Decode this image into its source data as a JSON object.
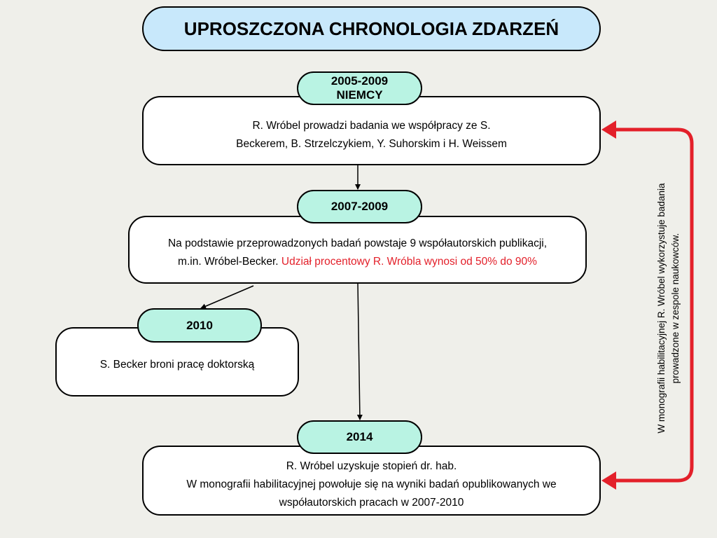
{
  "title": "UPROSZCZONA CHRONOLOGIA ZDARZEŃ",
  "events": [
    {
      "date_line1": "2005-2009",
      "date_line2": "NIEMCY",
      "text_line1": "R. Wróbel prowadzi badania we współpracy ze S.",
      "text_line2": "Beckerem, B. Strzelczykiem, Y. Suhorskim i H. Weissem"
    },
    {
      "date_line1": "2007-2009",
      "text_line1": "Na podstawie przeprowadzonych badań powstaje 9 współautorskich publikacji,",
      "text_line2_plain": "m.in. Wróbel-Becker. ",
      "text_line2_highlight": "Udział procentowy R. Wróbla wynosi od 50% do 90%"
    },
    {
      "date_line1": "2010",
      "text_line1": "S. Becker broni pracę doktorską"
    },
    {
      "date_line1": "2014",
      "text_line1": "R. Wróbel uzyskuje stopień dr. hab.",
      "text_line2": "W monografii habilitacyjnej powołuje się na wyniki badań opublikowanych we",
      "text_line3": "współautorskich pracach  w 2007-2010"
    }
  ],
  "side_note": {
    "line1": "W monografii habilitacyjnej R. Wróbel wykorzystuje badania",
    "line2": "prowadzone w zespole naukowców."
  },
  "colors": {
    "background": "#efefea",
    "title_fill": "#c8e8fb",
    "date_fill": "#b9f3e3",
    "card_fill": "#ffffff",
    "highlight_text": "#e3202a",
    "arrow_red": "#e3202a"
  }
}
